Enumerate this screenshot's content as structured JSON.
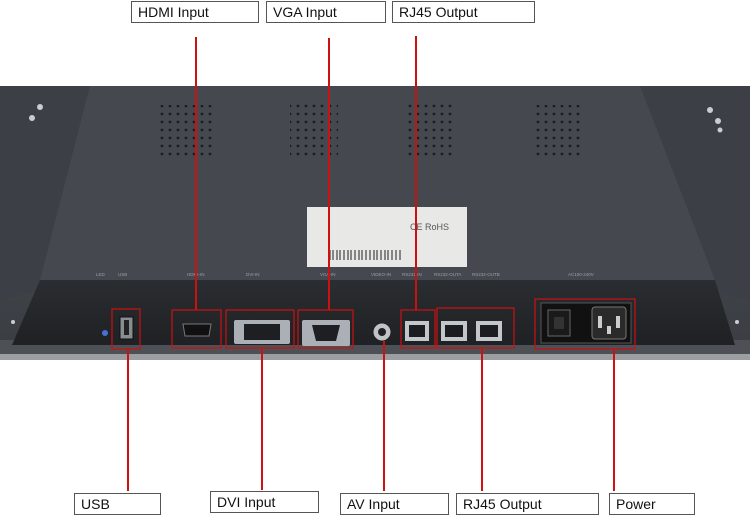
{
  "callouts": {
    "hdmi": "HDMI Input",
    "vga": "VGA Input",
    "rj45_top": "RJ45 Output",
    "usb": "USB",
    "dvi": "DVI Input",
    "av": "AV Input",
    "rj45_bottom": "RJ45 Output",
    "power": "Power"
  },
  "panel_labels": {
    "led": "LED",
    "usb": "USB",
    "hdmi": "HDMI-IN",
    "dvi": "DVI-IN",
    "vga": "VGA-IN",
    "video": "VIDEO-IN",
    "rs232_in": "RS232-IN",
    "rs232_out_a": "RS232-OUTA",
    "rs232_out_b": "RS232-OUTB",
    "ac": "AC100-240V"
  },
  "sticker_text": "CE RoHS",
  "colors": {
    "annotation_red": "#cc1111",
    "panel_dark": "#2f3236",
    "background": "#ffffff"
  }
}
